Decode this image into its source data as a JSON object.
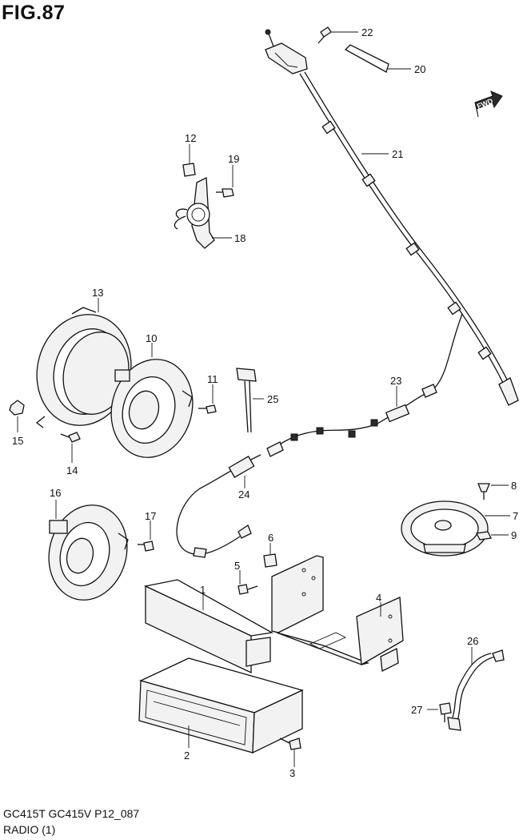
{
  "figure": {
    "title": "FIG.87",
    "model_code": "GC415T GC415V P12_087",
    "section_name": "RADIO (1)",
    "fwd_label": "FWD"
  },
  "callouts": {
    "p1": "1",
    "p2": "2",
    "p3": "3",
    "p4": "4",
    "p5": "5",
    "p6": "6",
    "p7": "7",
    "p8": "8",
    "p9": "9",
    "p10": "10",
    "p11": "11",
    "p12": "12",
    "p13": "13",
    "p14": "14",
    "p15": "15",
    "p16": "16",
    "p17": "17",
    "p18": "18",
    "p19": "19",
    "p20": "20",
    "p21": "21",
    "p22": "22",
    "p23": "23",
    "p24": "24",
    "p25": "25",
    "p26": "26",
    "p27": "27"
  }
}
